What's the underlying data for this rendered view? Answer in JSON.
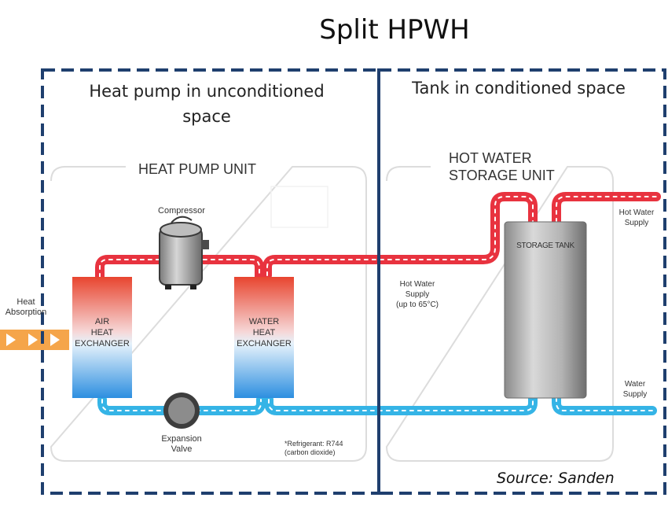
{
  "title": "Split HPWH",
  "regions": {
    "left": "Heat pump in unconditioned space",
    "right": "Tank in conditioned space"
  },
  "units": {
    "heat_pump": "HEAT PUMP UNIT",
    "storage_line1": "HOT WATER",
    "storage_line2": "STORAGE UNIT"
  },
  "components": {
    "compressor": "Compressor",
    "air_hx": [
      "AIR",
      "HEAT",
      "EXCHANGER"
    ],
    "water_hx": [
      "WATER",
      "HEAT",
      "EXCHANGER"
    ],
    "expansion_valve": [
      "Expansion",
      "Valve"
    ],
    "storage_tank": "STORAGE TANK"
  },
  "annotations": {
    "heat_absorption": [
      "Heat",
      "Absorption"
    ],
    "hot_water_supply_mid": [
      "Hot Water",
      "Supply",
      "(up to 65°C)"
    ],
    "hot_water_supply_out": [
      "Hot Water",
      "Supply"
    ],
    "water_supply_in": [
      "Water",
      "Supply"
    ],
    "refrigerant": [
      "*Refrigerant: R744",
      "(carbon dioxide)"
    ]
  },
  "source": "Source: Sanden",
  "colors": {
    "dashed_border": "#1f3f6e",
    "hot_pipe": "#e8333f",
    "cold_pipe": "#35b4e6",
    "heat_arrows": "#f5a54a"
  }
}
